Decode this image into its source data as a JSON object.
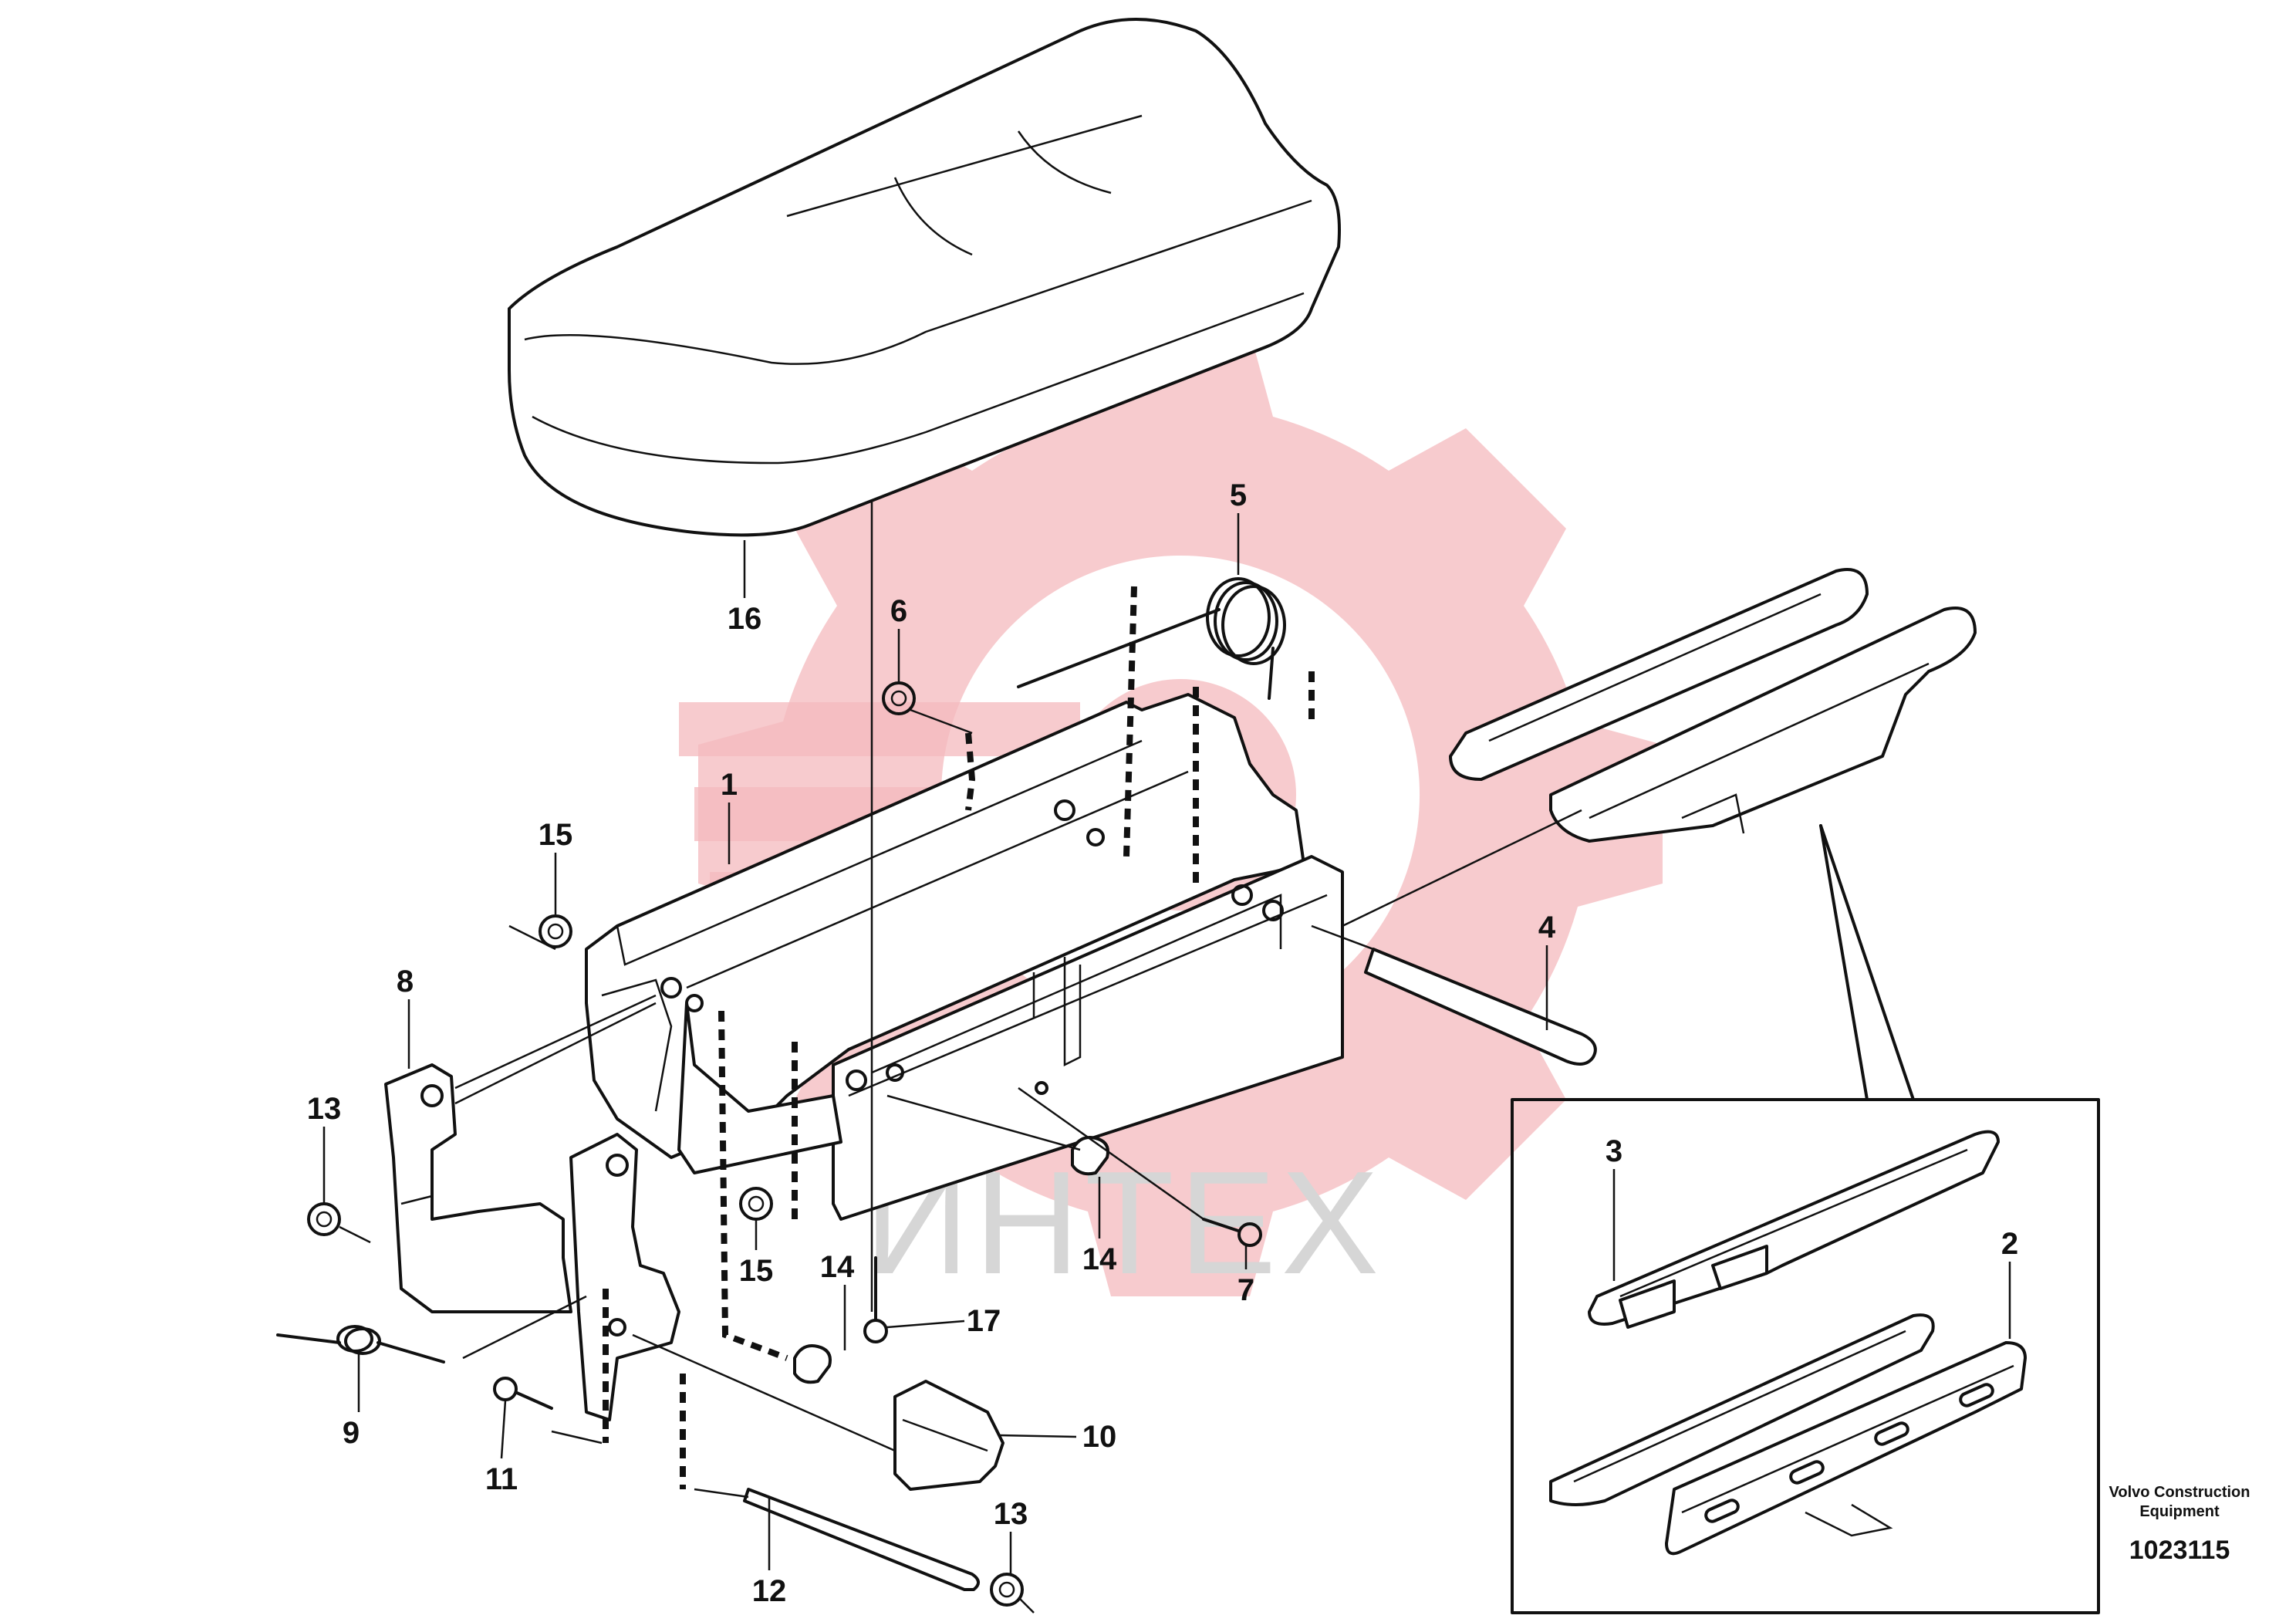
{
  "callouts": [
    {
      "id": "c16",
      "label": "16"
    },
    {
      "id": "c5",
      "label": "5"
    },
    {
      "id": "c6",
      "label": "6"
    },
    {
      "id": "c1",
      "label": "1"
    },
    {
      "id": "c15a",
      "label": "15"
    },
    {
      "id": "c8",
      "label": "8"
    },
    {
      "id": "c13a",
      "label": "13"
    },
    {
      "id": "c4",
      "label": "4"
    },
    {
      "id": "c14a",
      "label": "14"
    },
    {
      "id": "c14b",
      "label": "14"
    },
    {
      "id": "c7",
      "label": "7"
    },
    {
      "id": "c15b",
      "label": "15"
    },
    {
      "id": "c17",
      "label": "17"
    },
    {
      "id": "c9",
      "label": "9"
    },
    {
      "id": "c11",
      "label": "11"
    },
    {
      "id": "c10",
      "label": "10"
    },
    {
      "id": "c13b",
      "label": "13"
    },
    {
      "id": "c12",
      "label": "12"
    },
    {
      "id": "c3",
      "label": "3"
    },
    {
      "id": "c2",
      "label": "2"
    }
  ],
  "brand": {
    "line1": "Volvo Construction",
    "line2": "Equipment",
    "code": "1023115"
  },
  "watermark": {
    "text": "ИНТЕХ",
    "color": "#f4b9bd"
  }
}
